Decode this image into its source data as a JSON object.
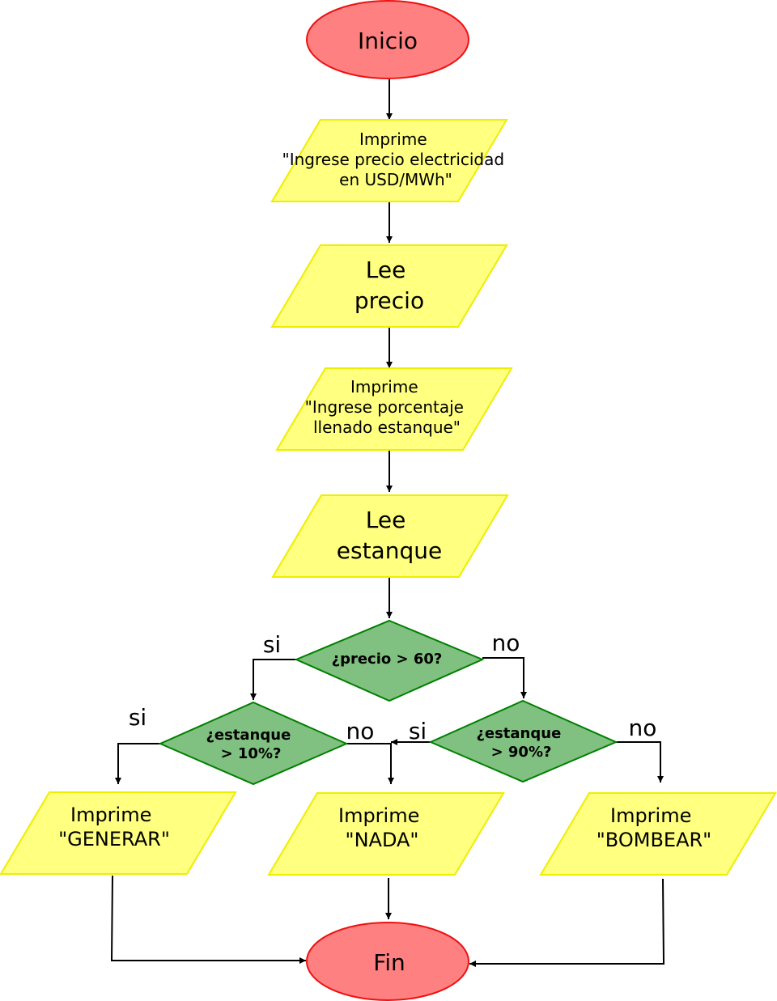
{
  "colors": {
    "terminal_fill": "#ff8080",
    "terminal_stroke": "#ee1111",
    "io_fill": "#ffff80",
    "io_stroke": "#eeee00",
    "decision_fill": "#80c080",
    "decision_stroke": "#008000"
  },
  "start": {
    "label": "Inicio"
  },
  "io1": {
    "lines": [
      "Imprime",
      "\"Ingrese precio electricidad",
      "en USD/MWh\""
    ]
  },
  "io2": {
    "lines": [
      "Lee",
      "precio"
    ]
  },
  "io3": {
    "lines": [
      "Imprime",
      "\"Ingrese porcentaje",
      "llenado estanque\""
    ]
  },
  "io4": {
    "lines": [
      "Lee",
      "estanque"
    ]
  },
  "dec1": {
    "lines": [
      "¿precio > 60?"
    ],
    "yes": "si",
    "no": "no"
  },
  "dec2": {
    "lines": [
      "¿estanque",
      "> 10%?"
    ],
    "yes": "si",
    "no": "no"
  },
  "dec3": {
    "lines": [
      "¿estanque",
      "> 90%?"
    ],
    "yes": "si",
    "no": "no"
  },
  "out1": {
    "lines": [
      "Imprime",
      "\"GENERAR\""
    ]
  },
  "out2": {
    "lines": [
      "Imprime",
      "\"NADA\""
    ]
  },
  "out3": {
    "lines": [
      "Imprime",
      "\"BOMBEAR\""
    ]
  },
  "end": {
    "label": "Fin"
  }
}
